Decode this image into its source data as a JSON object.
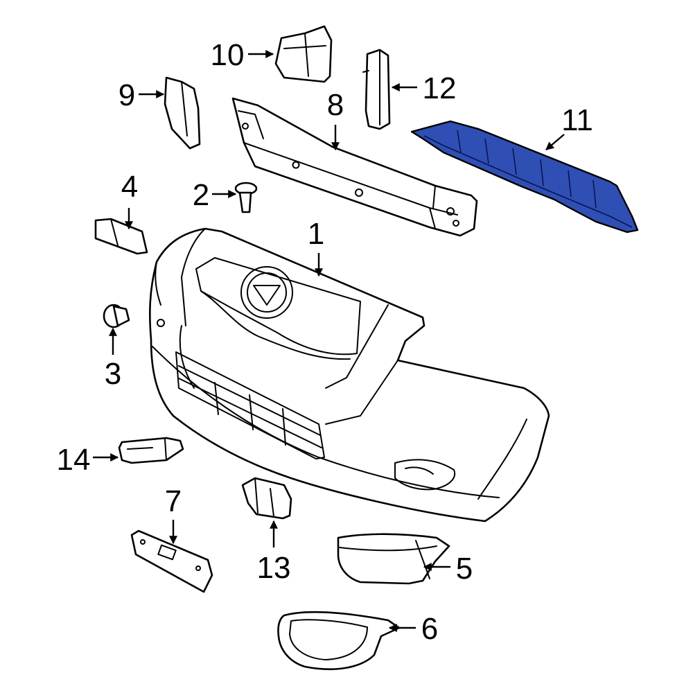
{
  "callouts": {
    "c1": "1",
    "c2": "2",
    "c3": "3",
    "c4": "4",
    "c5": "5",
    "c6": "6",
    "c7": "7",
    "c8": "8",
    "c9": "9",
    "c10": "10",
    "c11": "11",
    "c12": "12",
    "c13": "13",
    "c14": "14"
  },
  "highlighted_part": "11",
  "colors": {
    "highlight": "#2f4fb4",
    "line": "#000000",
    "background": "#ffffff"
  }
}
